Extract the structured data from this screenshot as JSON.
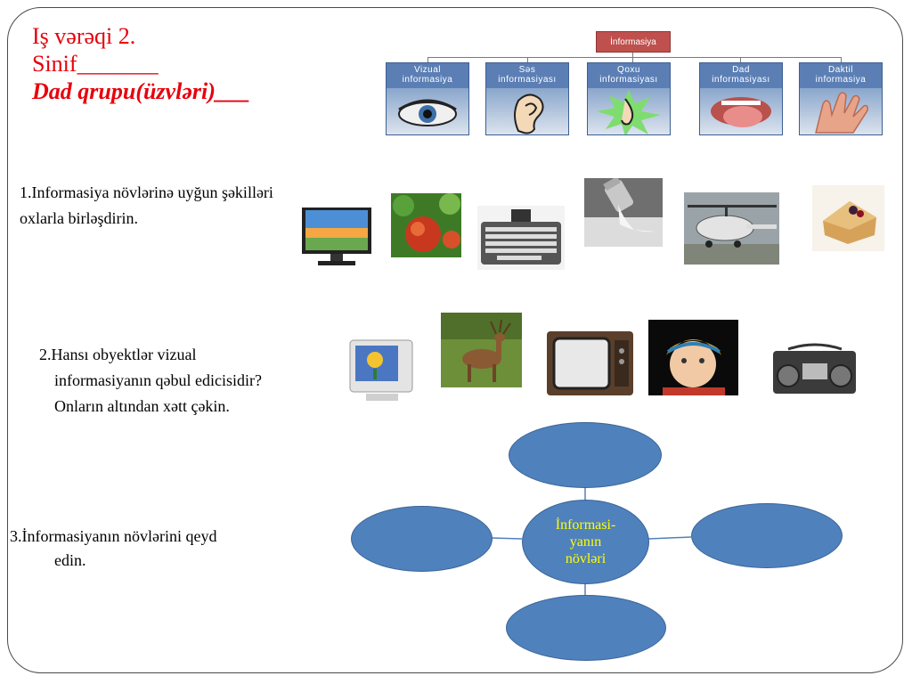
{
  "title": {
    "line1": "Iş vərəqi 2.",
    "line2": "Sinif_______",
    "line3": "Dad qrupu(üzvləri)___"
  },
  "diagram": {
    "root": "İnformasiya",
    "categories": [
      {
        "label": "Vizual\ninformasiya",
        "icon": "eye-icon"
      },
      {
        "label": "Səs\ninformasiyası",
        "icon": "ear-icon"
      },
      {
        "label": "Qoxu\ninformasiyası",
        "icon": "nose-icon"
      },
      {
        "label": "Dad\ninformasiyası",
        "icon": "tongue-icon"
      },
      {
        "label": "Daktil\ninformasiya",
        "icon": "hand-icon"
      }
    ]
  },
  "tasks": {
    "task1": "1.Informasiya növlərinə uyğun şəkilləri oxlarla birləşdirin.",
    "task2_line1": "2.Hansı obyektlər vizual",
    "task2_rest": "informasiyanın qəbul edicisidir? Onların altından xətt çəkin.",
    "task3_line1": "3.İnformasiyanın növlərini qeyd",
    "task3_rest": "edin."
  },
  "row1_images": [
    "monitor-image",
    "apple-image",
    "keyboard-image",
    "salt-image",
    "helicopter-image",
    "cake-image"
  ],
  "row2_images": [
    "crt-monitor-image",
    "deer-image",
    "tv-image",
    "child-image",
    "radio-image"
  ],
  "mindmap": {
    "center": "İnformasi-\nyanın\nnövləri",
    "color": "#4f81bd",
    "center_text_color": "#ffff00"
  }
}
